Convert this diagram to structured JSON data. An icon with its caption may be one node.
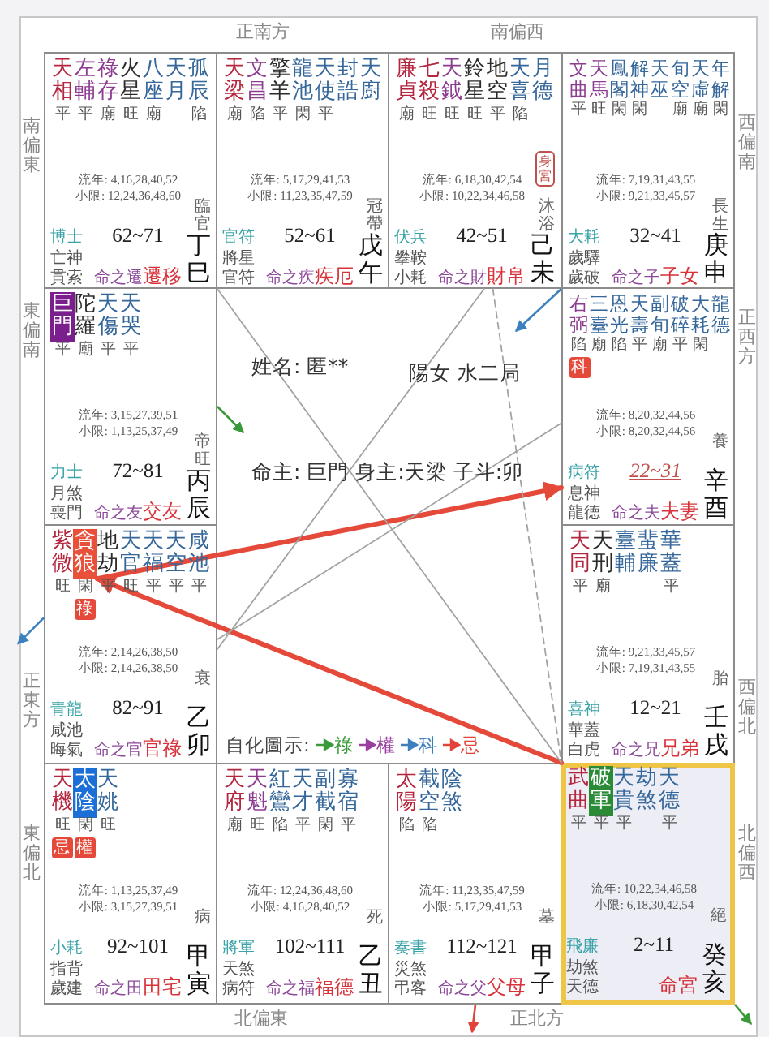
{
  "diagram": {
    "nodes": [
      {
        "text": [
          "天相",
          "平",
          "左輔",
          "平",
          "祿存",
          "廟",
          "火星",
          "旺",
          "八座",
          "廟",
          "天月",
          "孤辰",
          "陷",
          "流年: 4,16,28,40,52",
          "小限: 12,24,36,48,60",
          "臨官",
          "博士",
          "62~71",
          "亡神",
          "貫索",
          "命之遷",
          "遷移",
          "丁巳"
        ]
      },
      {
        "text": [
          "天梁",
          "廟",
          "文昌",
          "陷",
          "擎羊",
          "平",
          "龍池",
          "閑",
          "天使",
          "平",
          "封誥",
          "天廚",
          "流年: 5,17,29,41,53",
          "小限: 11,23,35,47,59",
          "冠帶",
          "官符",
          "52~61",
          "將星",
          "官符",
          "命之疾",
          "疾厄",
          "戊午"
        ]
      },
      {
        "text": [
          "廉貞",
          "廟",
          "七殺",
          "旺",
          "天鉞",
          "旺",
          "鈴星",
          "旺",
          "地空",
          "平",
          "天喜",
          "陷",
          "月德",
          "流年: 6,18,30,42,54",
          "小限: 10,22,34,46,58",
          "沐浴",
          "伏兵",
          "42~51",
          "攀鞍",
          "小耗",
          "命之財",
          "財帛",
          "己未"
        ]
      },
      {
        "text": [
          "身宮"
        ],
        "in": 2
      },
      {
        "text": [
          "文曲",
          "平",
          "天馬",
          "旺",
          "鳳閣",
          "閑",
          "解神",
          "閑",
          "天巫",
          "旬空",
          "廟",
          "天虛",
          "廟",
          "年解",
          "閑",
          "流年: 7,19,31,43,55",
          "小限: 9,21,33,45,57",
          "長生",
          "大耗",
          "32~41",
          "歲驛",
          "歲破",
          "命之子",
          "子女",
          "庚申"
        ]
      },
      {
        "text": [
          "陀羅",
          "廟",
          "天傷",
          "平",
          "天哭",
          "平",
          "流年: 3,15,27,39,51",
          "小限: 1,13,25,37,49",
          "帝旺",
          "力士",
          "72~81",
          "月煞",
          "喪門",
          "命之友",
          "交友",
          "丙辰"
        ]
      },
      {
        "text": [
          "巨門"
        ],
        "beside": [
          "平"
        ],
        "in": 5
      },
      {
        "text": [
          "右弼",
          "陷",
          "三臺",
          "廟",
          "恩光",
          "陷",
          "天壽",
          "平",
          "副旬",
          "廟",
          "破碎",
          "平",
          "大耗",
          "閑",
          "龍德",
          "流年: 8,20,32,44,56",
          "小限: 8,20,32,44,56",
          "養",
          "病符",
          "22~31",
          "息神",
          "龍德",
          "命之夫",
          "夫妻",
          "辛酉"
        ]
      },
      {
        "text": [
          "科"
        ],
        "in": 7
      },
      {
        "text": [
          "紫微",
          "旺",
          "地劫",
          "平",
          "天官",
          "旺",
          "天福",
          "平",
          "天空",
          "平",
          "咸池",
          "平",
          "流年: 2,14,26,38,50",
          "小限: 2,14,26,38,50",
          "衰",
          "青龍",
          "82~91",
          "咸池",
          "晦氣",
          "命之官",
          "官祿",
          "乙卯"
        ]
      },
      {
        "text": [
          "貪狼"
        ],
        "beside": [
          "閑"
        ],
        "in": 9
      },
      {
        "text": [
          "祿"
        ],
        "in": 9
      },
      {
        "text": [
          "天同",
          "平",
          "天刑",
          "廟",
          "臺輔",
          "蜚廉",
          "華蓋",
          "平",
          "流年: 9,21,33,45,57",
          "小限: 7,19,31,43,55",
          "胎",
          "喜神",
          "12~21",
          "華蓋",
          "白虎",
          "命之兄",
          "兄弟",
          "壬戌"
        ]
      },
      {
        "text": [
          "天機",
          "旺",
          "天姚",
          "旺",
          "流年: 1,13,25,37,49",
          "小限: 3,15,27,39,51",
          "病",
          "小耗",
          "92~101",
          "指背",
          "歲建",
          "命之田",
          "田宅",
          "甲寅"
        ]
      },
      {
        "text": [
          "太陰"
        ],
        "beside": [
          "閑"
        ],
        "in": 13
      },
      {
        "text": [
          "忌"
        ],
        "in": 13
      },
      {
        "text": [
          "權"
        ],
        "in": 13
      },
      {
        "text": [
          "天府",
          "廟",
          "天魁",
          "旺",
          "紅鸞",
          "陷",
          "天才",
          "平",
          "副截",
          "閑",
          "寡宿",
          "平",
          "流年: 12,24,36,48,60",
          "小限: 4,16,28,40,52",
          "死",
          "將軍",
          "102~111",
          "天煞",
          "病符",
          "命之福",
          "福德",
          "乙丑"
        ]
      },
      {
        "text": [
          "太陽",
          "陷",
          "截空",
          "陷",
          "陰煞",
          "流年: 11,23,35,47,59",
          "小限: 5,17,29,41,53",
          "墓",
          "奏書",
          "112~121",
          "災煞",
          "弔客",
          "命之父",
          "父母",
          "甲子"
        ]
      },
      {
        "text": [
          "武曲",
          "平",
          "天貴",
          "平",
          "劫煞",
          "天德",
          "平",
          "流年: 10,22,34,46,58",
          "小限: 6,18,30,42,54",
          "絕",
          "飛廉",
          "2~11",
          "劫煞",
          "天德",
          "命宮",
          "癸亥"
        ]
      },
      {
        "text": [
          "破軍"
        ],
        "beside": [
          "平"
        ],
        "in": 19
      }
    ],
    "edges": [
      {
        "from": 19,
        "to": 10,
        "arrow": "to",
        "style": "thick",
        "color": "#e5493a"
      },
      {
        "from": 10,
        "to": 7,
        "arrow": "to",
        "style": "thick",
        "color": "#e5493a"
      },
      {
        "from": 5,
        "to": null,
        "arrow": "to",
        "color": "#3a9a3a"
      },
      {
        "from": 4,
        "to": null,
        "arrow": "to",
        "color": "#3d80c0"
      },
      {
        "from": 9,
        "to": null,
        "arrow": "to",
        "color": "#3d80c0"
      },
      {
        "from": 18,
        "to": null,
        "arrow": "to",
        "color": "#e0443a"
      },
      {
        "from": 19,
        "to": null,
        "arrow": "to",
        "color": "#3a9a3a"
      },
      {
        "from": 0,
        "to": 19,
        "arrow": "none"
      },
      {
        "from": 2,
        "to": 9,
        "arrow": "none"
      },
      {
        "from": 9,
        "to": 7,
        "arrow": "none"
      },
      {
        "from": 2,
        "to": 19,
        "arrow": "none",
        "style": "dashed"
      }
    ],
    "labels": [
      "正南方",
      "南偏西",
      "南偏東",
      "西偏南",
      "東偏南",
      "正西方",
      "姓名: 匿**",
      "陽女 水二局",
      "命主: 巨門 身主:天梁 子斗:卯",
      "正東方",
      "西偏北",
      "自化圖示:",
      "東偏北",
      "北偏西",
      "北偏東",
      "正北方"
    ],
    "legend": [
      {
        "text": "祿"
      },
      {
        "text": "權"
      },
      {
        "text": "科"
      },
      {
        "text": "忌"
      }
    ]
  }
}
